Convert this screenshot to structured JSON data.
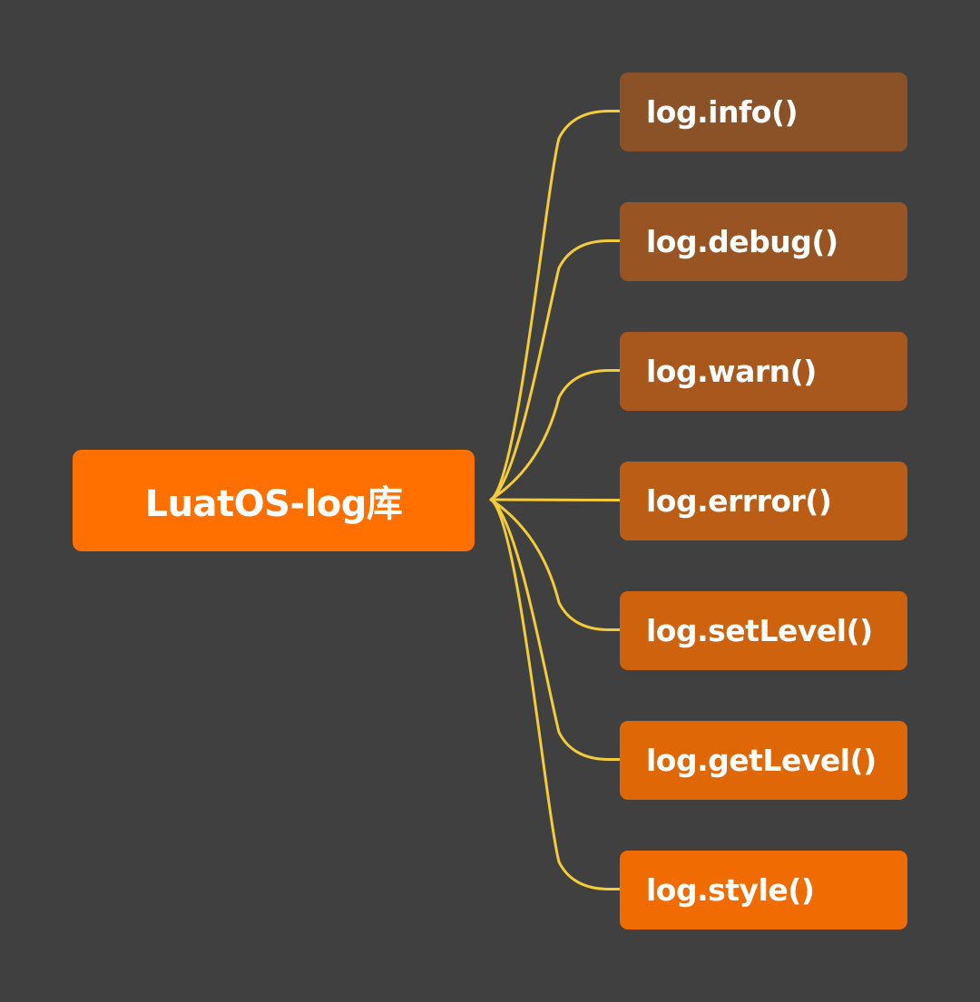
{
  "root": {
    "label": "LuatOS-log库",
    "color": "#ff7000"
  },
  "children": [
    {
      "label": "log.info()",
      "color": "#8b5127"
    },
    {
      "label": "log.debug()",
      "color": "#985422"
    },
    {
      "label": "log.warn()",
      "color": "#a8581c"
    },
    {
      "label": "log.errror()",
      "color": "#bb5d15"
    },
    {
      "label": "log.setLevel()",
      "color": "#cf620d"
    },
    {
      "label": "log.getLevel()",
      "color": "#e06706"
    },
    {
      "label": "log.style()",
      "color": "#f06b02"
    }
  ],
  "connector_color": "#f2cc3a",
  "background_color": "#404040"
}
